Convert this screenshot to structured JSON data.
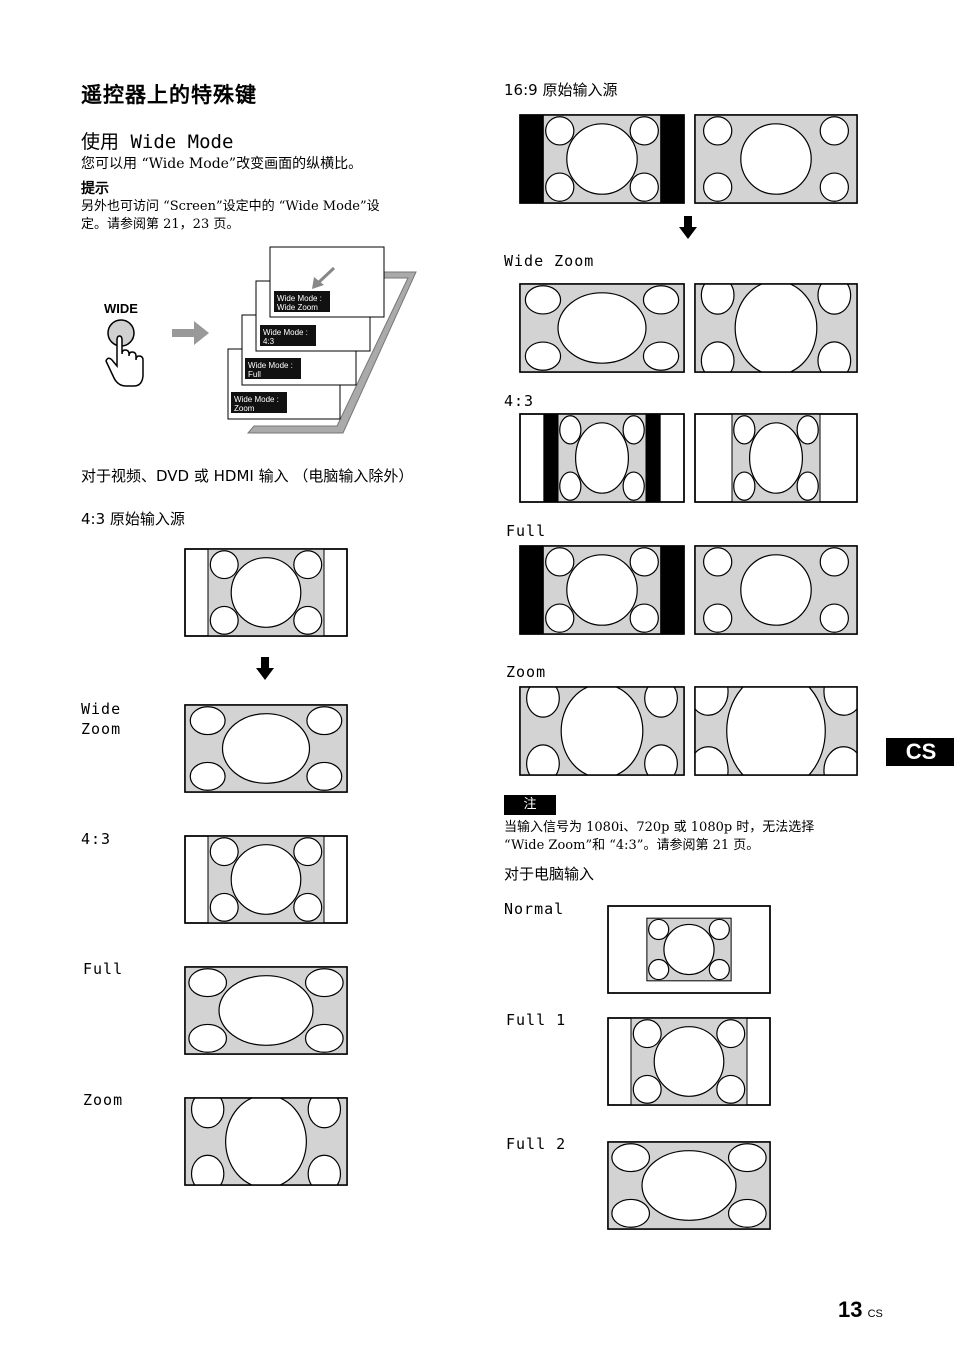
{
  "header": {
    "title": "遥控器上的特殊键",
    "section_title": "使用 Wide Mode",
    "intro": "您可以用 “Wide Mode”改变画面的纵横比。"
  },
  "tip": {
    "title": "提示",
    "line1": "另外也可访问 “Screen”设定中的 “Wide Mode”设",
    "line2": "定。请参阅第 21，23 页。"
  },
  "wide_button": {
    "label": "WIDE"
  },
  "osd_stack": {
    "cards": [
      {
        "line1": "Wide Mode :",
        "line2": "Wide Zoom"
      },
      {
        "line1": "Wide Mode :",
        "line2": "4:3"
      },
      {
        "line1": "Wide Mode :",
        "line2": "Full"
      },
      {
        "line1": "Wide Mode :",
        "line2": "Zoom"
      }
    ]
  },
  "left_section": {
    "heading": "对于视频、DVD 或 HDMI 输入 （电脑输入除外）",
    "source_label": "4:3 原始输入源",
    "modes": [
      {
        "label_line1": "Wide",
        "label_line2": "Zoom"
      },
      {
        "label_line1": "4:3",
        "label_line2": ""
      },
      {
        "label_line1": "Full",
        "label_line2": ""
      },
      {
        "label_line1": "Zoom",
        "label_line2": ""
      }
    ]
  },
  "right_section": {
    "source_label": "16:9 原始输入源",
    "modes": [
      "Wide Zoom",
      "4:3",
      "Full",
      "Zoom"
    ]
  },
  "note": {
    "badge": "注",
    "line1": "当输入信号为 1080i、720p 或 1080p 时，无法选择",
    "line2": "“Wide Zoom”和 “4:3”。请参阅第 21 页。"
  },
  "pc_section": {
    "heading": "对于电脑输入",
    "modes": [
      "Normal",
      "Full 1",
      "Full 2"
    ]
  },
  "language_tab": "CS",
  "page": {
    "number": "13",
    "suffix": "CS"
  },
  "colors": {
    "screen_gray": "#d3d3d3",
    "black": "#000000",
    "white": "#ffffff"
  }
}
